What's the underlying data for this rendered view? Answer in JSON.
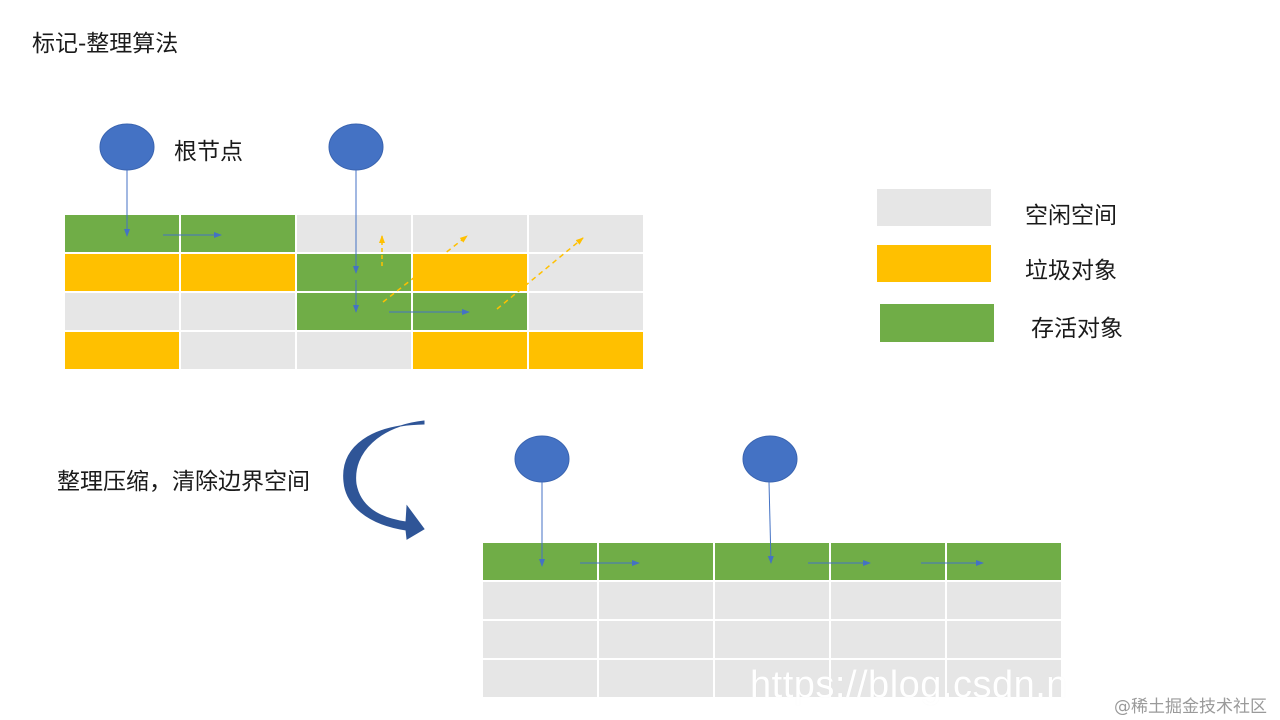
{
  "title": "标记-整理算法",
  "root_label": "根节点",
  "compact_label": "整理压缩，清除边界空间",
  "legend": [
    {
      "label": "空闲空间",
      "color": "#e6e6e6"
    },
    {
      "label": "垃圾对象",
      "color": "#ffc000"
    },
    {
      "label": "存活对象",
      "color": "#70ad47"
    }
  ],
  "colors": {
    "free": "#e6e6e6",
    "garbage": "#ffc000",
    "live": "#70ad47",
    "root_node": "#4472c4",
    "arrow": "#4472c4",
    "dashed_arrow": "#ffc000",
    "curve_arrow": "#2f5597"
  },
  "before_grid": [
    [
      "live",
      "live",
      "free",
      "free",
      "free"
    ],
    [
      "garbage",
      "garbage",
      "live",
      "garbage",
      "free"
    ],
    [
      "free",
      "free",
      "live",
      "live",
      "free"
    ],
    [
      "garbage",
      "free",
      "free",
      "garbage",
      "garbage"
    ]
  ],
  "after_grid": [
    [
      "live",
      "live",
      "live",
      "live",
      "live"
    ],
    [
      "free",
      "free",
      "free",
      "free",
      "free"
    ],
    [
      "free",
      "free",
      "free",
      "free",
      "free"
    ],
    [
      "free",
      "free",
      "free",
      "free",
      "free"
    ]
  ],
  "watermark": {
    "url": "https://blog.csdn.n",
    "site": "@稀土掘金技术社区"
  }
}
